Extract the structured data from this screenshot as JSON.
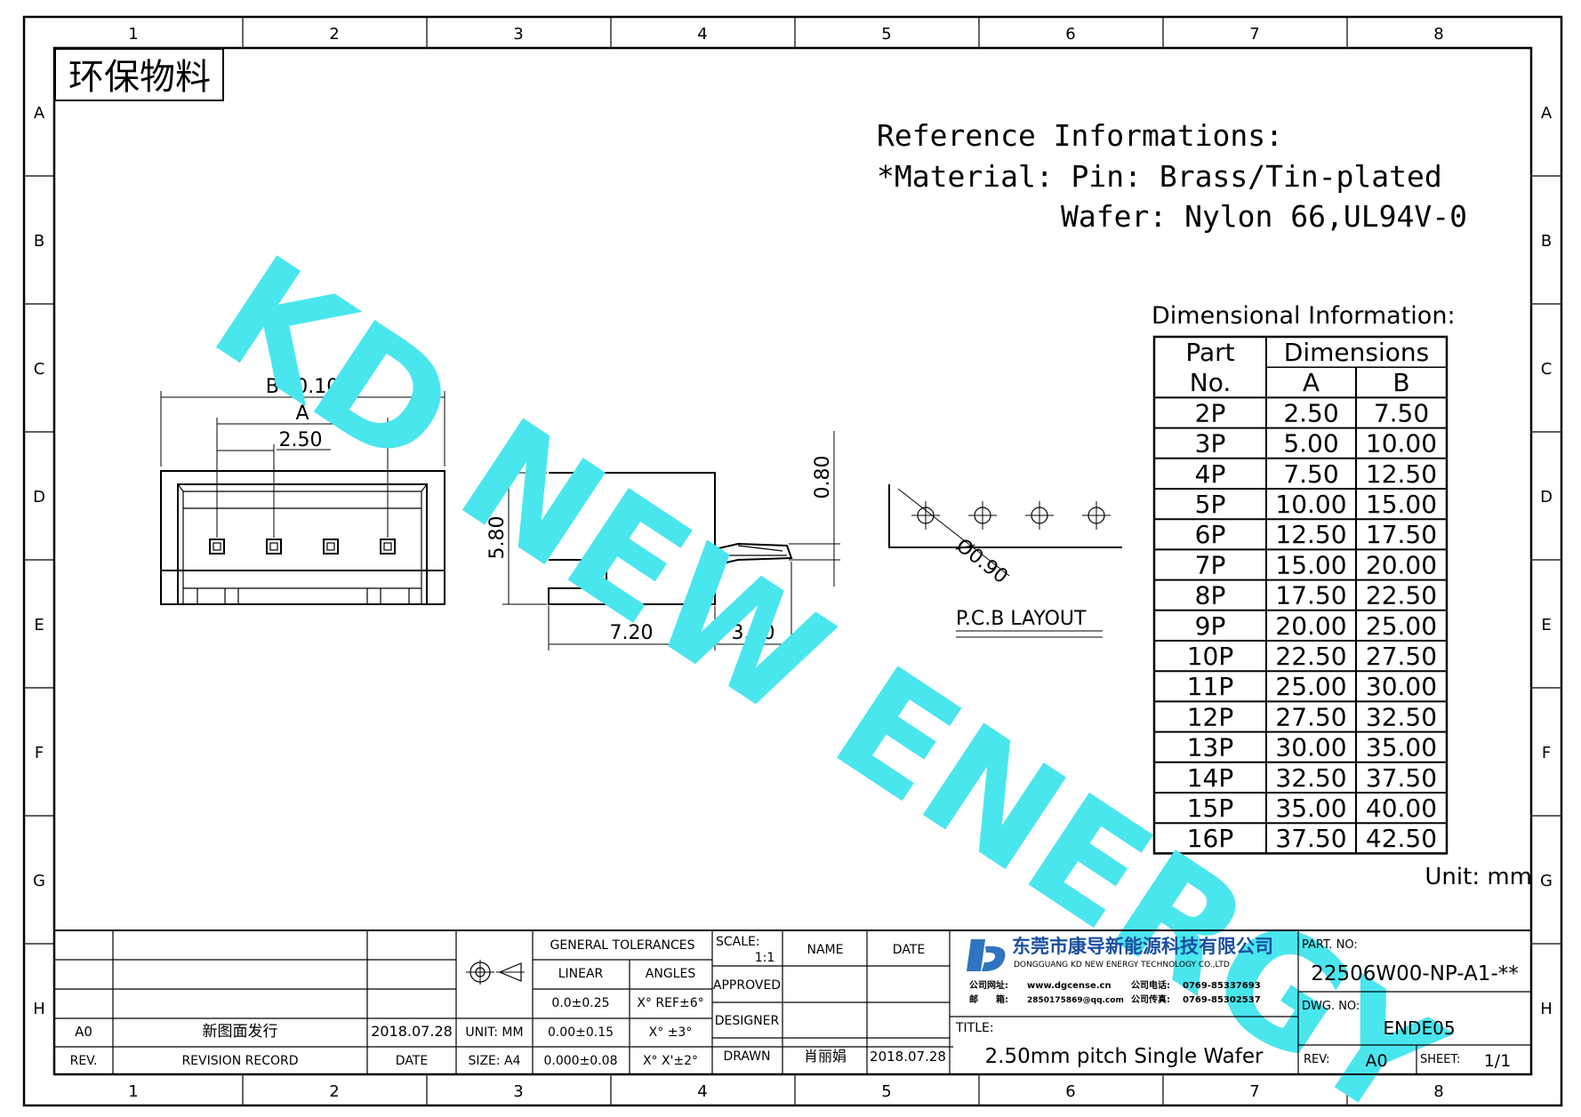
{
  "border": {
    "cols": [
      "1",
      "2",
      "3",
      "4",
      "5",
      "6",
      "7",
      "8"
    ],
    "rows": [
      "A",
      "B",
      "C",
      "D",
      "E",
      "F",
      "G",
      "H"
    ]
  },
  "eco_label": "环保物料",
  "watermark": "KD NEW ENERGY",
  "reference": {
    "title": "Reference Informations:",
    "material_line": "*Material: Pin: Brass/Tin-plated",
    "wafer_line": "Wafer: Nylon 66,UL94V-0"
  },
  "dimensional": {
    "title": "Dimensional Information:",
    "header_part_1": "Part",
    "header_part_2": "No.",
    "header_dims": "Dimensions",
    "header_a": "A",
    "header_b": "B",
    "rows": [
      {
        "part": "2P",
        "a": "2.50",
        "b": "7.50"
      },
      {
        "part": "3P",
        "a": "5.00",
        "b": "10.00"
      },
      {
        "part": "4P",
        "a": "7.50",
        "b": "12.50"
      },
      {
        "part": "5P",
        "a": "10.00",
        "b": "15.00"
      },
      {
        "part": "6P",
        "a": "12.50",
        "b": "17.50"
      },
      {
        "part": "7P",
        "a": "15.00",
        "b": "20.00"
      },
      {
        "part": "8P",
        "a": "17.50",
        "b": "22.50"
      },
      {
        "part": "9P",
        "a": "20.00",
        "b": "25.00"
      },
      {
        "part": "10P",
        "a": "22.50",
        "b": "27.50"
      },
      {
        "part": "11P",
        "a": "25.00",
        "b": "30.00"
      },
      {
        "part": "12P",
        "a": "27.50",
        "b": "32.50"
      },
      {
        "part": "13P",
        "a": "30.00",
        "b": "35.00"
      },
      {
        "part": "14P",
        "a": "32.50",
        "b": "37.50"
      },
      {
        "part": "15P",
        "a": "35.00",
        "b": "40.00"
      },
      {
        "part": "16P",
        "a": "37.50",
        "b": "42.50"
      }
    ],
    "unit": "Unit: mm"
  },
  "drawing": {
    "front_b": "B+0.10",
    "front_a": "A",
    "front_pitch": "2.50",
    "side_height": "5.80",
    "side_depth": "7.20",
    "side_pin": "3.50",
    "side_pin_thk": "0.80",
    "pcb_hole": "Ø0.90",
    "pcb_label": "P.C.B LAYOUT"
  },
  "title_block": {
    "rev_row": {
      "rev": "A0",
      "record": "新图面发行",
      "date": "2018.07.28"
    },
    "rev_header": {
      "rev": "REV.",
      "record": "REVISION RECORD",
      "date": "DATE"
    },
    "unit": "UNIT: MM",
    "size": "SIZE: A4",
    "general_tolerances": "GENERAL TOLERANCES",
    "linear": "LINEAR",
    "angles": "ANGLES",
    "tol_1": "0.0±0.25",
    "tol_2": "0.00±0.15",
    "tol_3": "0.000±0.08",
    "ang_1": "X° REF±6°",
    "ang_2": "X° ±3°",
    "ang_3": "X° X'±2°",
    "scale_label": "SCALE:",
    "scale_value": "1:1",
    "name": "NAME",
    "date": "DATE",
    "approved": "APPROVED",
    "designer": "DESIGNER",
    "drawn": "DRAWN",
    "drawn_name": "肖丽娟",
    "drawn_date": "2018.07.28",
    "company_cn": "东莞市康导新能源科技有限公司",
    "company_en": "DONGGUANG KD NEW ENERGY TECHNOLOGY CO.,LTD",
    "web_label": "公司网址:",
    "web": "www.dgcense.cn",
    "tel_label": "公司电话:",
    "tel": "0769-85337693",
    "mail_label": "邮　　箱:",
    "mail": "2850175869@qq.com",
    "fax_label": "公司传真:",
    "fax": "0769-85302537",
    "title_label": "TITLE:",
    "title": "2.50mm pitch Single Wafer",
    "part_no_label": "PART. NO:",
    "part_no": "22506W00-NP-A1-**",
    "dwg_no_label": "DWG. NO:",
    "dwg_no": "ENDE05",
    "rev_label": "REV:",
    "rev_value": "A0",
    "sheet_label": "SHEET:",
    "sheet_value": "1/1"
  }
}
